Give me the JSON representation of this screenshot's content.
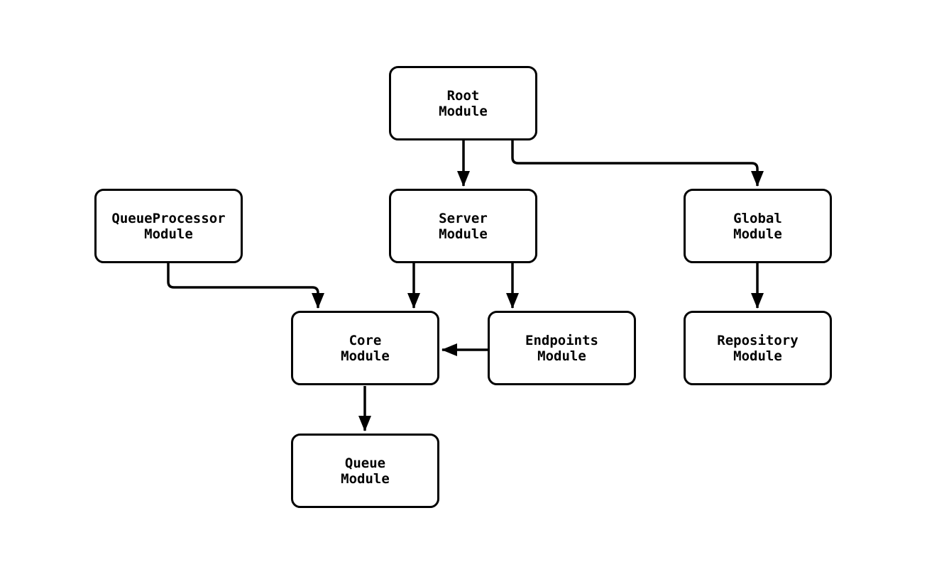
{
  "diagram": {
    "type": "module-dependency-graph",
    "colors": {
      "stroke": "#000000",
      "background": "#ffffff",
      "node_fill": "#ffffff",
      "text": "#000000"
    },
    "nodes": [
      {
        "id": "root",
        "line1": "Root",
        "line2": "Module"
      },
      {
        "id": "queueprocessor",
        "line1": "QueueProcessor",
        "line2": "Module"
      },
      {
        "id": "server",
        "line1": "Server",
        "line2": "Module"
      },
      {
        "id": "global",
        "line1": "Global",
        "line2": "Module"
      },
      {
        "id": "core",
        "line1": "Core",
        "line2": "Module"
      },
      {
        "id": "endpoints",
        "line1": "Endpoints",
        "line2": "Module"
      },
      {
        "id": "repository",
        "line1": "Repository",
        "line2": "Module"
      },
      {
        "id": "queue",
        "line1": "Queue",
        "line2": "Module"
      }
    ],
    "edges": [
      {
        "from": "root",
        "to": "server"
      },
      {
        "from": "root",
        "to": "global"
      },
      {
        "from": "queueprocessor",
        "to": "core"
      },
      {
        "from": "server",
        "to": "core"
      },
      {
        "from": "server",
        "to": "endpoints"
      },
      {
        "from": "endpoints",
        "to": "core"
      },
      {
        "from": "global",
        "to": "repository"
      },
      {
        "from": "core",
        "to": "queue"
      }
    ]
  }
}
